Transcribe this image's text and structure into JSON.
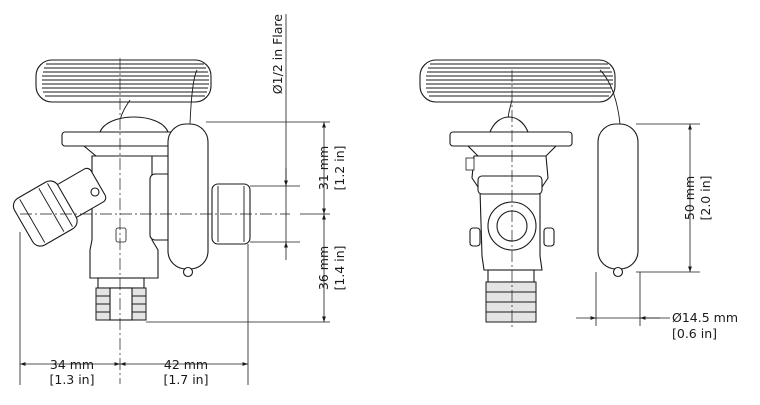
{
  "dimensions": {
    "flare": "Ø1/2 in Flare",
    "d31_mm": "31 mm",
    "d31_in": "[1.2 in]",
    "d36_mm": "36 mm",
    "d36_in": "[1.4 in]",
    "d34_mm": "34 mm",
    "d34_in": "[1.3 in]",
    "d42_mm": "42 mm",
    "d42_in": "[1.7 in]",
    "d50_mm": "50 mm",
    "d50_in": "[2.0 in]",
    "bulb_dia_mm": "Ø14.5 mm",
    "bulb_dia_in": "[0.6 in]"
  }
}
